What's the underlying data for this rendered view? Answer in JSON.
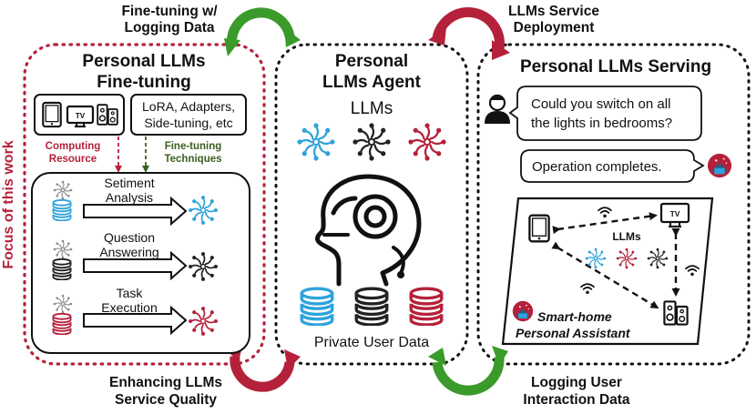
{
  "colors": {
    "crimson": "#b5213a",
    "green": "#3a9a2a",
    "blue": "#2ea3dc",
    "dark": "#222222",
    "gray": "#8a8a8a"
  },
  "top_left_label": [
    "Fine-tuning w/",
    "Logging Data"
  ],
  "top_right_label": [
    "LLMs Service",
    "Deployment"
  ],
  "bottom_left_label": [
    "Enhancing LLMs",
    "Service Quality"
  ],
  "bottom_right_label": [
    "Logging User",
    "Interaction Data"
  ],
  "focus_label": "Focus of this work",
  "finetune_panel": {
    "title": [
      "Personal LLMs",
      "Fine-tuning"
    ],
    "tv_label": "TV",
    "techniques_box": [
      "LoRA, Adapters,",
      "Side-tuning, etc"
    ],
    "computing_resource": [
      "Computing",
      "Resource"
    ],
    "finetuning_techniques": [
      "Fine-tuning",
      "Techniques"
    ],
    "tasks": [
      [
        "Setiment",
        "Analysis"
      ],
      [
        "Question",
        "Answering"
      ],
      [
        "Task",
        "Execution"
      ]
    ]
  },
  "agent_panel": {
    "title": [
      "Personal",
      "LLMs Agent"
    ],
    "llms_label": "LLMs",
    "private_data_label": "Private User Data"
  },
  "serving_panel": {
    "title": "Personal LLMs Serving",
    "user_message": [
      "Could you switch on all",
      "the lights in bedrooms?"
    ],
    "assistant_reply": "Operation completes.",
    "tv_label": "TV",
    "llms_label": "LLMs",
    "assistant_caption": [
      "Smart-home",
      "Personal Assistant"
    ]
  },
  "icons": [
    "recycle-arrow-icon",
    "tablet-icon",
    "tv-icon",
    "speaker-icon",
    "llm-model-icon",
    "database-icon",
    "robot-head-icon",
    "user-icon",
    "wifi-icon",
    "assistant-icon"
  ]
}
